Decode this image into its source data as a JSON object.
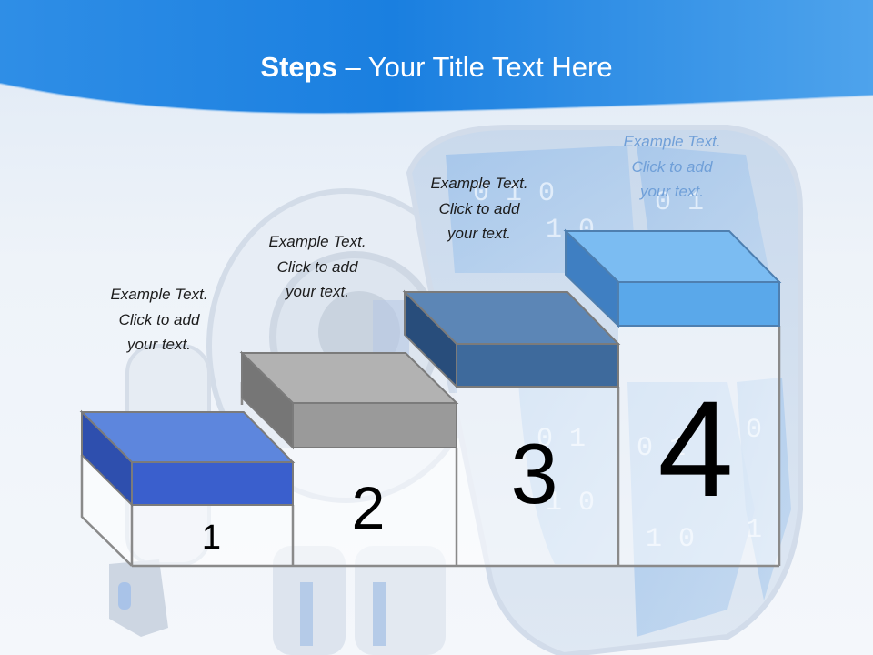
{
  "slide": {
    "title_bold": "Steps",
    "title_rest": " – Your Title Text Here"
  },
  "steps": [
    {
      "number": "1",
      "lines": [
        "Example Text.",
        "Click  to add",
        "your text."
      ],
      "color": "#3a5fcd"
    },
    {
      "number": "2",
      "lines": [
        "Example Text.",
        "Click  to add",
        "your text."
      ],
      "color": "#9a9a9a"
    },
    {
      "number": "3",
      "lines": [
        "Example Text.",
        "Click  to add",
        "your text."
      ],
      "color": "#3e6a9c"
    },
    {
      "number": "4",
      "lines": [
        "Example Text.",
        "Click  to add",
        "your text."
      ],
      "color": "#5aa8ea"
    }
  ],
  "colors": {
    "header_blue": "#1f87e4",
    "header_light": "#58a6ec",
    "outline_gray": "#7f7f7f"
  }
}
